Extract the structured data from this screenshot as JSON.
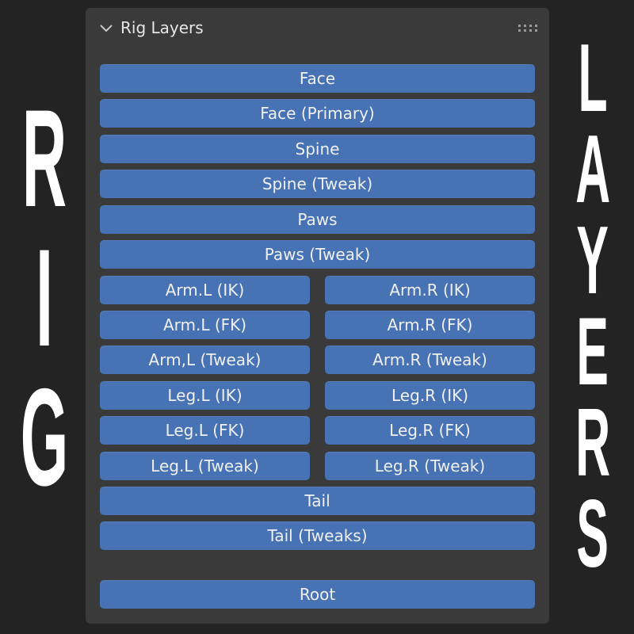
{
  "overlay": {
    "left_word": [
      "R",
      "I",
      "G"
    ],
    "right_word": [
      "L",
      "A",
      "Y",
      "E",
      "R",
      "S"
    ]
  },
  "panel": {
    "title": "Rig Layers",
    "chevron_icon": "chevron-down-icon",
    "grip_icon": "drag-grip-icon",
    "button_color": "#4772b3",
    "panel_color": "#3a3a3a"
  },
  "buttons": {
    "face": "Face",
    "face_primary": "Face (Primary)",
    "spine": "Spine",
    "spine_tweak": "Spine (Tweak)",
    "paws": "Paws",
    "paws_tweak": "Paws (Tweak)",
    "arm_l_ik": "Arm.L (IK)",
    "arm_r_ik": "Arm.R (IK)",
    "arm_l_fk": "Arm.L (FK)",
    "arm_r_fk": "Arm.R (FK)",
    "arm_l_tweak": "Arm,L (Tweak)",
    "arm_r_tweak": "Arm.R (Tweak)",
    "leg_l_ik": "Leg.L (IK)",
    "leg_r_ik": "Leg.R (IK)",
    "leg_l_fk": "Leg.L (FK)",
    "leg_r_fk": "Leg.R (FK)",
    "leg_l_tweak": "Leg.L (Tweak)",
    "leg_r_tweak": "Leg.R (Tweak)",
    "tail": "Tail",
    "tail_tweaks": "Tail (Tweaks)",
    "root": "Root"
  }
}
